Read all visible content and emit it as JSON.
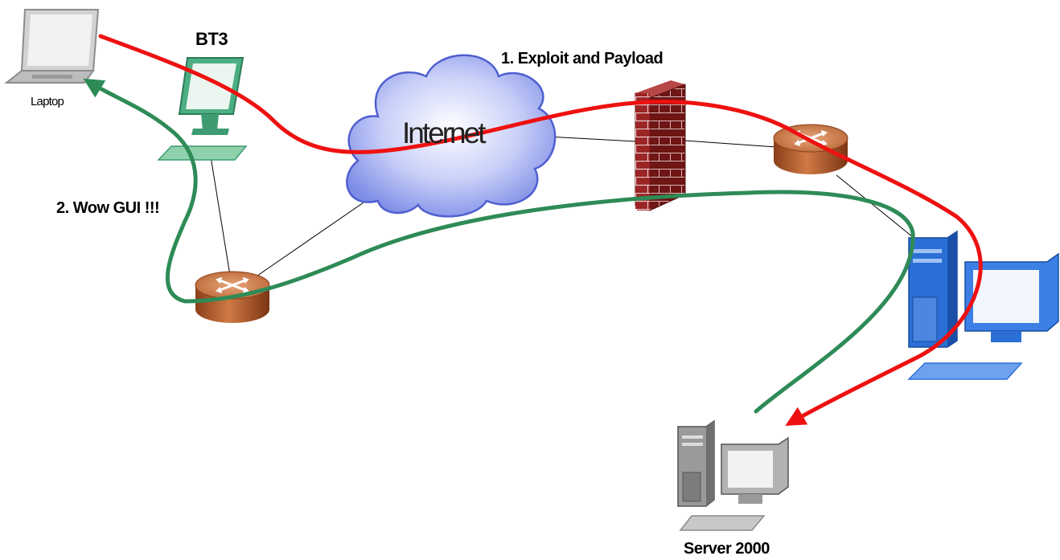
{
  "labels": {
    "laptop": "Laptop",
    "bt3": "BT3",
    "internet": "Internet",
    "exploit": "1. Exploit and Payload",
    "wow": "2. Wow GUI !!!",
    "server": "Server 2000"
  },
  "colors": {
    "exploit_path": "#ee1111",
    "response_path": "#2e8b57",
    "router": "#b5602f",
    "firewall": "#8b1a1a",
    "cloud": "#b7c1f4",
    "workstation": "#2b6fd6",
    "bt3_monitor": "#4cae82",
    "server": "#9a9a9a"
  },
  "icons": [
    "laptop-icon",
    "bt3-monitor-icon",
    "cloud-icon",
    "firewall-icon",
    "router-icon",
    "workstation-icon",
    "server-icon"
  ]
}
